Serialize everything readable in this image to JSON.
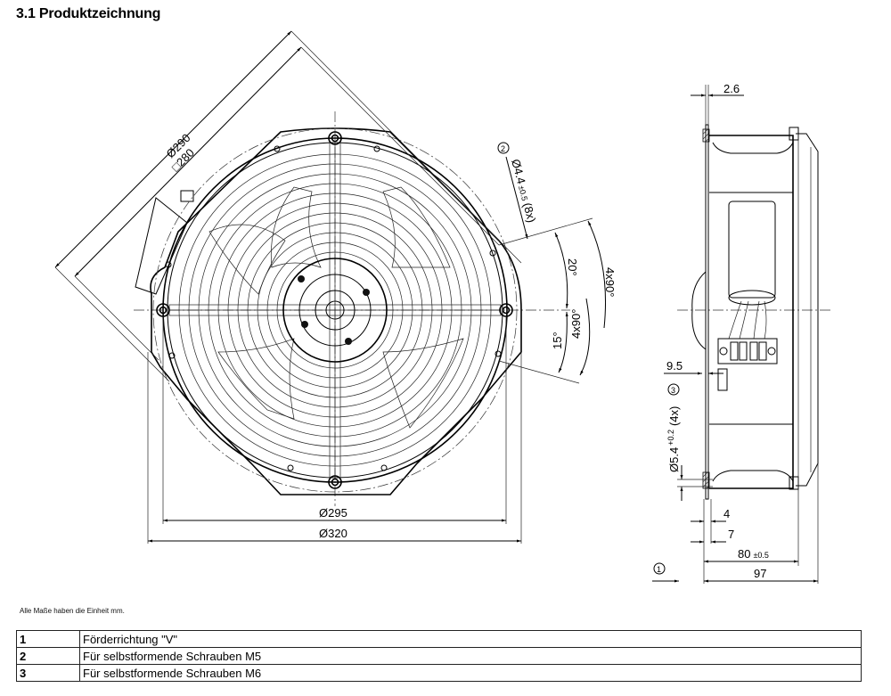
{
  "section_title": "3.1 Produktzeichnung",
  "front_view": {
    "dims": {
      "diameter_290": "Ø290",
      "square_280": "□280",
      "hole_callout_ref": "2",
      "hole_callout_main": "Ø4.4",
      "hole_callout_tol": "±0.5",
      "hole_callout_count": "(8x)",
      "angle_20": "20°",
      "angle_4x90_outer": "4x90°",
      "angle_4x90_inner": "4x90°",
      "angle_15": "15°",
      "diameter_295": "Ø295",
      "diameter_320": "Ø320"
    }
  },
  "side_view": {
    "dims": {
      "thickness_2_6": "2.6",
      "dim_9_5": "9.5",
      "hole_ref": "3",
      "hole_main": "Ø5.4",
      "hole_tol": "+0.2",
      "hole_count": "(4x)",
      "dim_4": "4",
      "dim_7": "7",
      "dim_80": "80",
      "dim_80_tol": "±0.5",
      "dim_97": "97",
      "flow_ref": "1"
    }
  },
  "units_note": "Alle Maße haben die Einheit mm.",
  "legend": [
    {
      "num": "1",
      "text": "Förderrichtung \"V\""
    },
    {
      "num": "2",
      "text": "Für selbstformende Schrauben M5"
    },
    {
      "num": "3",
      "text": "Für selbstformende Schrauben M6"
    }
  ]
}
